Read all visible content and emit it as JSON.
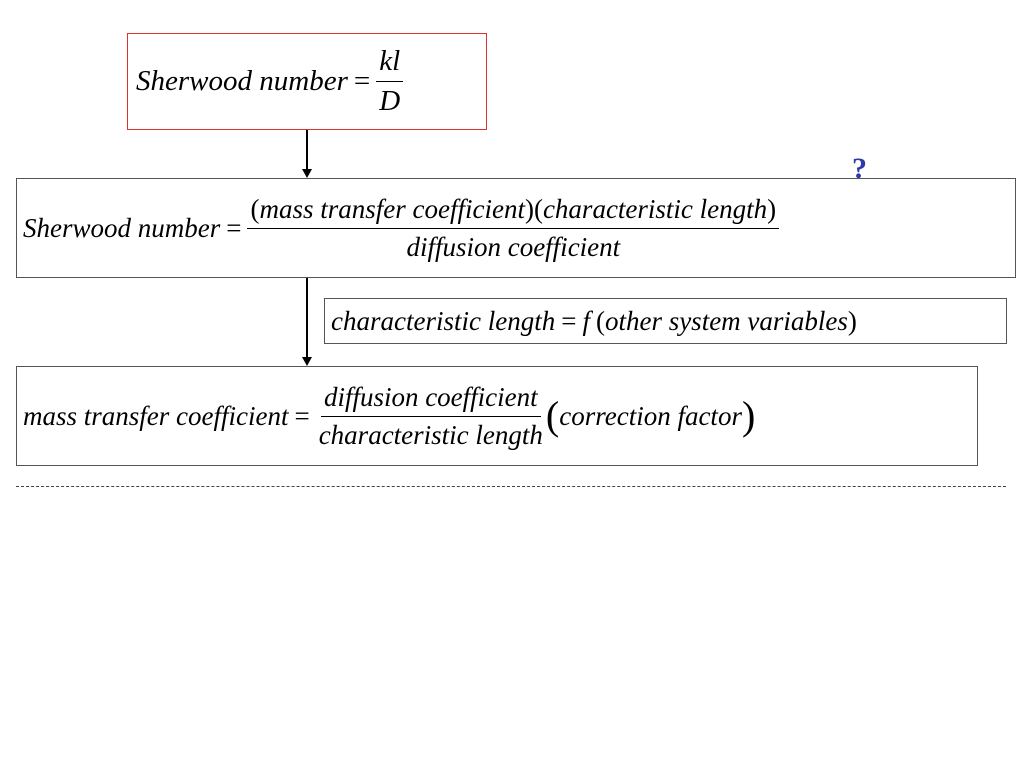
{
  "box1": {
    "lhs": "Sherwood number",
    "eq": "=",
    "num": "kl",
    "den": "D"
  },
  "box2": {
    "lhs": "Sherwood number",
    "eq": "=",
    "num_open1": "(",
    "num_term1": "mass transfer coefficient",
    "num_close1": ")",
    "num_open2": "(",
    "num_term2": "characteristic length",
    "num_close2": ")",
    "den": "diffusion coefficient"
  },
  "box3": {
    "lhs": "characteristic length",
    "eq": "=",
    "fn": "f",
    "open": "(",
    "arg": "other system variables",
    "close": ")"
  },
  "box4": {
    "lhs": "mass transfer coefficient",
    "eq": "=",
    "num": "diffusion coefficient",
    "den": "characteristic length",
    "open": "(",
    "factor": "correction factor",
    "close": ")"
  },
  "question_mark": "?",
  "colors": {
    "box1_border": "#e03030",
    "question_mark": "#2b3aa8"
  }
}
